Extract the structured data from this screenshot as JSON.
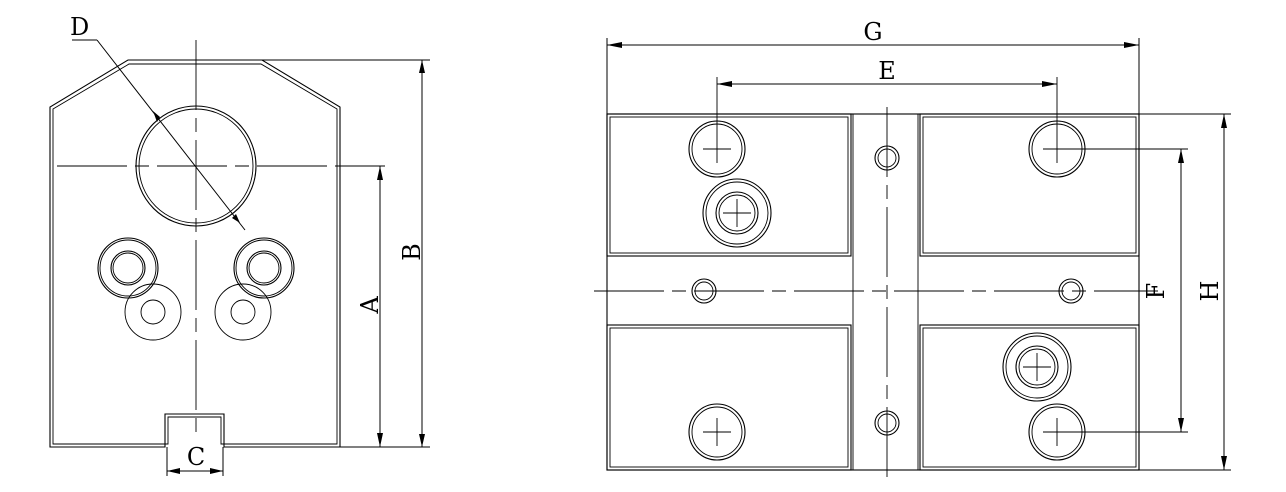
{
  "drawing": {
    "type": "technical-dimension-drawing",
    "line_color": "#000000",
    "background_color": "#ffffff",
    "left_view": {
      "dimension_labels": {
        "A": "A",
        "B": "B",
        "C": "C",
        "D": "D"
      }
    },
    "right_view": {
      "dimension_labels": {
        "E": "E",
        "F": "F",
        "G": "G",
        "H": "H"
      }
    }
  }
}
